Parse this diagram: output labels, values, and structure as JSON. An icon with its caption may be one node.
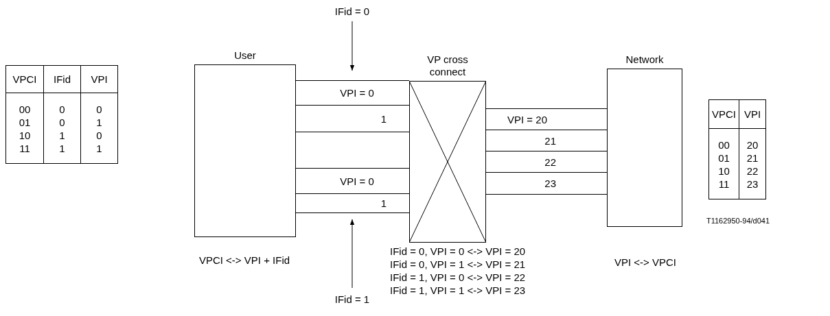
{
  "diagram": {
    "nodes": [
      {
        "text": [
          "User"
        ]
      },
      {
        "text": [
          "VP cross connect"
        ]
      },
      {
        "text": [
          "Network"
        ]
      },
      {
        "text": [
          "IFid = 0"
        ]
      },
      {
        "text": [
          "IFid = 1"
        ]
      }
    ],
    "edges": [
      {
        "from": 0,
        "to": 1,
        "arrow": "none"
      },
      {
        "from": 0,
        "to": 1,
        "arrow": "none",
        "label": "VPI = 0"
      },
      {
        "from": 0,
        "to": 1,
        "arrow": "none",
        "label": "1"
      },
      {
        "from": 0,
        "to": 1,
        "arrow": "none"
      },
      {
        "from": 0,
        "to": 1,
        "arrow": "none",
        "label": "VPI = 0"
      },
      {
        "from": 0,
        "to": 1,
        "arrow": "none",
        "label": "1"
      },
      {
        "from": 1,
        "to": 2,
        "arrow": "none"
      },
      {
        "from": 1,
        "to": 2,
        "arrow": "none",
        "label": "VPI = 20"
      },
      {
        "from": 1,
        "to": 2,
        "arrow": "none",
        "label": "21"
      },
      {
        "from": 1,
        "to": 2,
        "arrow": "none",
        "label": "22"
      },
      {
        "from": 1,
        "to": 2,
        "arrow": "none",
        "label": "23"
      },
      {
        "from": 3,
        "to": null,
        "arrow": "to"
      },
      {
        "from": 4,
        "to": null,
        "arrow": "to"
      }
    ],
    "labels": [
      "VPCI",
      "IFid",
      "VPI",
      "00",
      "0",
      "0",
      "01",
      "0",
      "1",
      "10",
      "1",
      "0",
      "11",
      "1",
      "1",
      "VPCI",
      "VPI",
      "00",
      "20",
      "01",
      "21",
      "10",
      "22",
      "11",
      "23",
      "T1162950-94/d041",
      "VPCI <-> VPI + IFid",
      "VPI <-> VPCI",
      "IFid = 0, VPI = 0 <-> VPI = 20",
      "IFid = 0, VPI = 1 <-> VPI = 21",
      "IFid = 1, VPI = 0 <-> VPI = 22",
      "IFid = 1, VPI = 1 <-> VPI = 23"
    ]
  }
}
